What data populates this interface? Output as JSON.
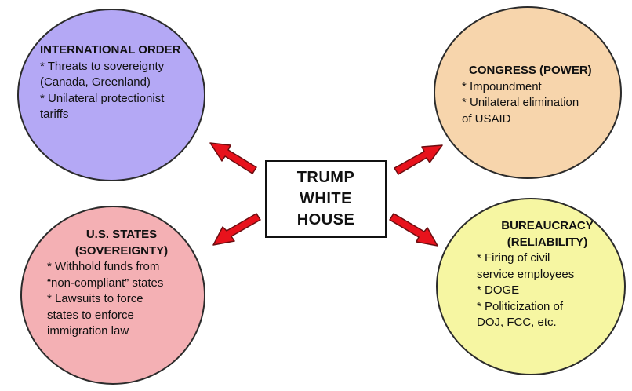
{
  "center": {
    "lines": [
      "TRUMP",
      "WHITE",
      "HOUSE"
    ]
  },
  "international_order": {
    "title": "INTERNATIONAL ORDER",
    "items": [
      "* Threats to sovereignty",
      "(Canada, Greenland)",
      "* Unilateral protectionist",
      "tariffs"
    ]
  },
  "congress": {
    "title": "CONGRESS (POWER)",
    "items": [
      "* Impoundment",
      "* Unilateral elimination",
      "of USAID"
    ]
  },
  "states": {
    "title_lines": [
      "U.S. STATES",
      "(SOVEREIGNTY)"
    ],
    "items": [
      "* Withhold funds from",
      "“non-compliant” states",
      "* Lawsuits to force",
      "states to enforce",
      "immigration law"
    ]
  },
  "bureaucracy": {
    "title_lines": [
      "BUREAUCRACY",
      "(RELIABILITY)"
    ],
    "items": [
      "* Firing of civil",
      "service employees",
      "* DOGE",
      "* Politicization of",
      "DOJ, FCC, etc."
    ]
  },
  "colors": {
    "international_order": "#b4a8f5",
    "congress": "#f7d5ac",
    "states": "#f4b0b4",
    "bureaucracy": "#f6f6a2",
    "arrow_fill": "#e8121c",
    "arrow_stroke": "#6b0d10"
  }
}
